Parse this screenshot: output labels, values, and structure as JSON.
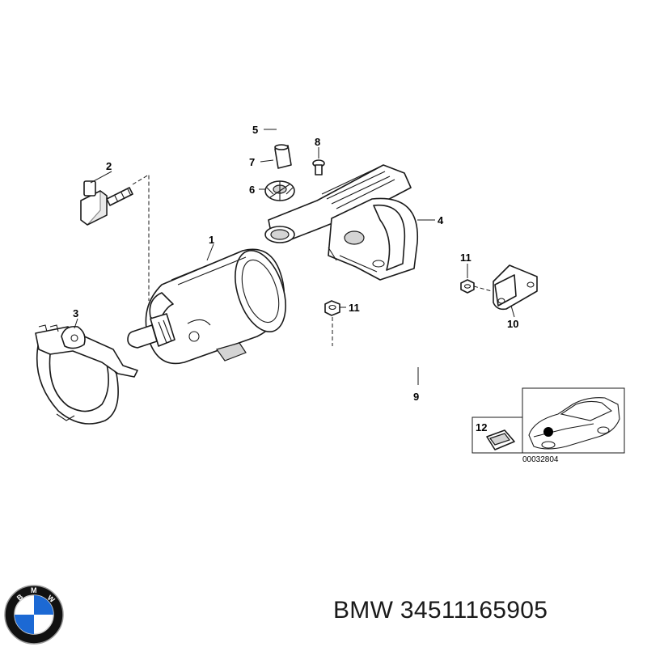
{
  "diagram": {
    "callouts": {
      "c1": "1",
      "c2": "2",
      "c3": "3",
      "c4": "4",
      "c5": "5",
      "c6": "6",
      "c7": "7",
      "c8": "8",
      "c9": "9",
      "c10": "10",
      "c11a": "11",
      "c11b": "11",
      "c12": "12"
    },
    "reference_code": "00032804"
  },
  "caption": {
    "brand": "BMW",
    "part_number": "34511165905",
    "full_text": "BMW 34511165905"
  },
  "logo": {
    "letters": "BMW",
    "colors": {
      "blue": "#1c69d4",
      "white": "#ffffff",
      "ring": "#111111"
    }
  }
}
